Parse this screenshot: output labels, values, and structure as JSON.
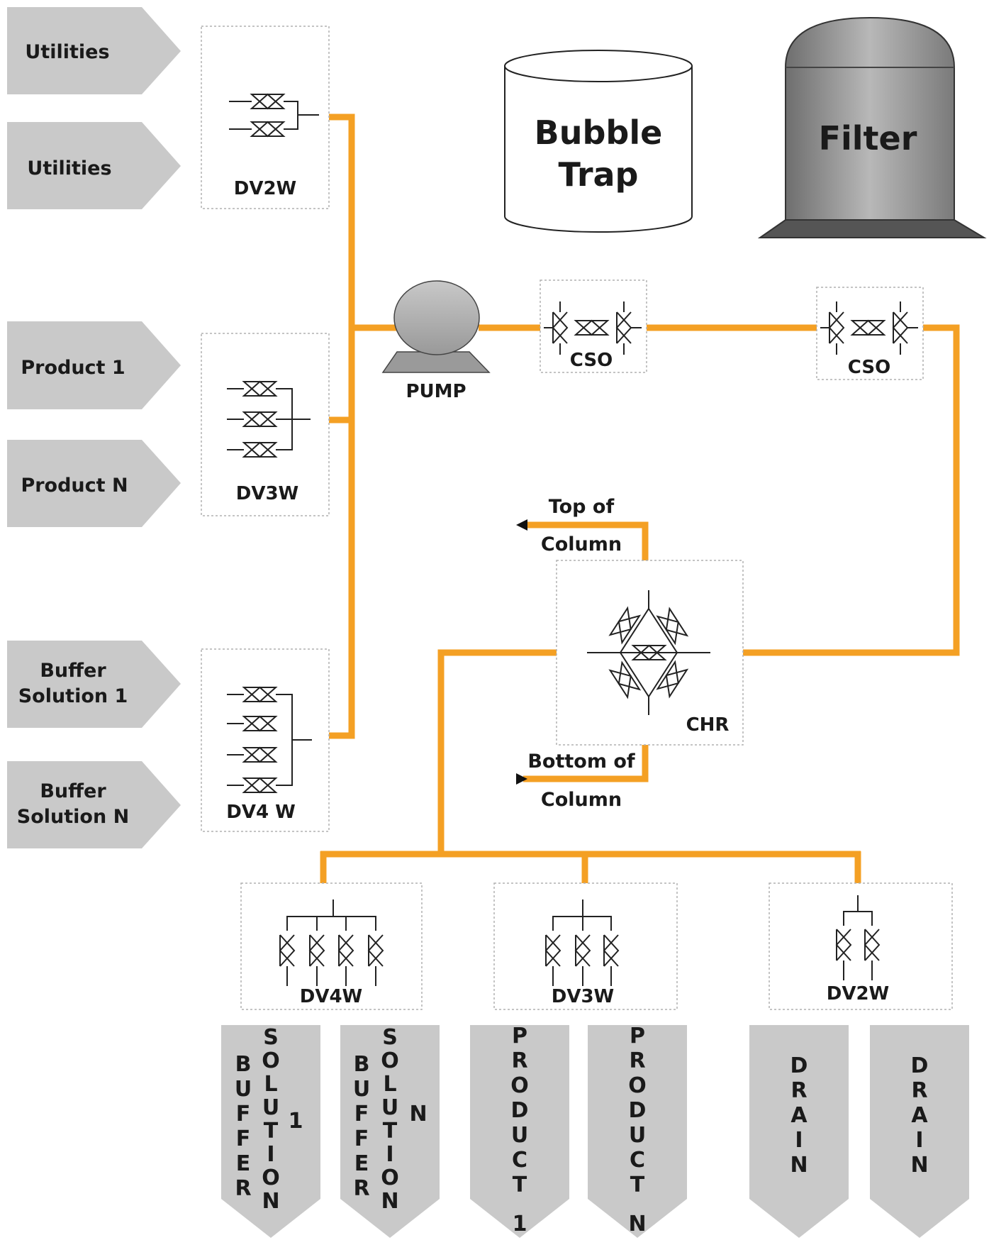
{
  "inputs": {
    "utilities_1": "Utilities",
    "utilities_2": "Utilities",
    "product_1": "Product 1",
    "product_n": "Product N",
    "buffer_1_line1": "Buffer",
    "buffer_1_line2": "Solution 1",
    "buffer_n_line1": "Buffer",
    "buffer_n_line2": "Solution N"
  },
  "valves": {
    "dv2w_top": "DV2W",
    "dv3w_left": "DV3W",
    "dv4w_left": "DV4 W",
    "cso_1": "CSO",
    "cso_2": "CSO",
    "chr": "CHR",
    "dv4w_bottom": "DV4W",
    "dv3w_bottom": "DV3W",
    "dv2w_bottom": "DV2W"
  },
  "equipment": {
    "bubble_trap_line1": "Bubble",
    "bubble_trap_line2": "Trap",
    "filter": "Filter",
    "pump": "PUMP"
  },
  "column": {
    "top_line1": "Top of",
    "top_line2": "Column",
    "bottom_line1": "Bottom of",
    "bottom_line2": "Column"
  },
  "outputs": {
    "buffer_solution_1": {
      "word1": "BUFFER",
      "word2": "SOLUTION",
      "suffix": "1"
    },
    "buffer_solution_n": {
      "word1": "BUFFER",
      "word2": "SOLUTION",
      "suffix": "N"
    },
    "product_1": {
      "word": "PRODUCT",
      "suffix": "1"
    },
    "product_n": {
      "word": "PRODUCT",
      "suffix": "N"
    },
    "drain_1": {
      "word": "DRAIN"
    },
    "drain_2": {
      "word": "DRAIN"
    }
  },
  "colors": {
    "pipe": "#f4a024",
    "arrow_fill": "#c9c9c9",
    "filter_body": "#9a9a9a"
  }
}
